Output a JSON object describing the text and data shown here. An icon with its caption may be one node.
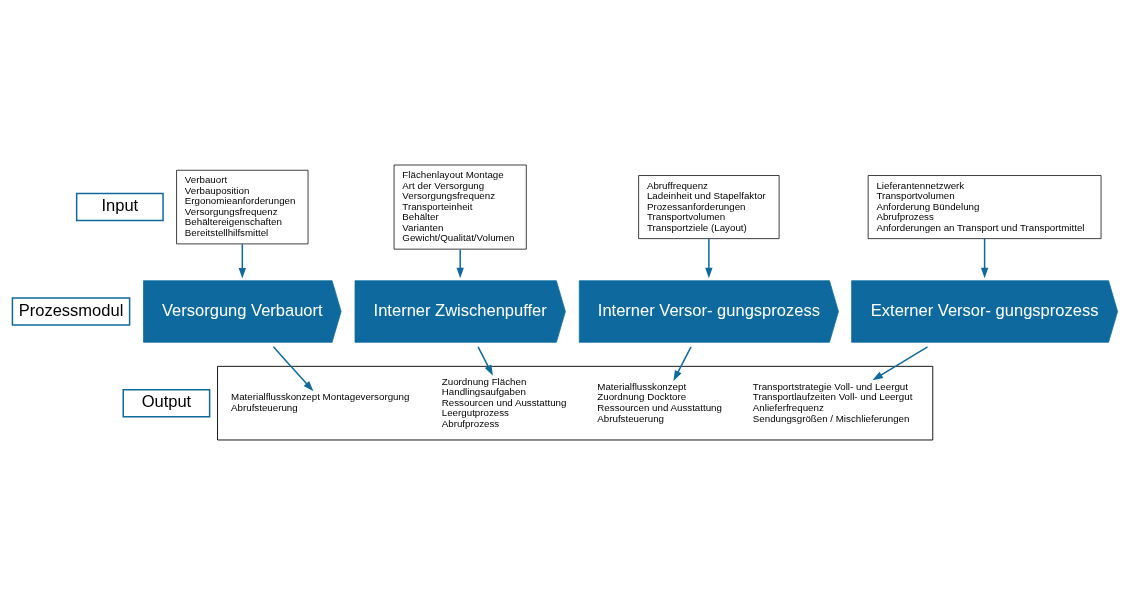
{
  "diagram": {
    "nodes": [
      {
        "text": [
          "Input"
        ]
      },
      {
        "text": [
          "Verbauort",
          "Verbauposition",
          "Ergonomieanforderungen",
          "Versorgungsfrequenz",
          "Behältereigenschaften",
          "Bereitstellhilfsmittel"
        ]
      },
      {
        "text": [
          "Flächenlayout Montage",
          "Art der Versorgung",
          "Versorgungsfrequenz",
          "Transporteinheit",
          "Behälter",
          "Varianten",
          "Gewicht/Qualität/Volumen"
        ]
      },
      {
        "text": [
          "Abruffrequenz",
          "Ladeinheit und Stapelfaktor",
          "Prozessanforderungen",
          "Transportvolumen",
          "Transportziele (Layout)"
        ]
      },
      {
        "text": [
          "Lieferantennetzwerk",
          "Transportvolumen",
          "Anforderung Bündelung",
          "Abrufprozess",
          "Anforderungen an Transport und Transportmittel"
        ]
      },
      {
        "text": [
          "Prozessmodul"
        ]
      },
      {
        "text": [
          "Versorgung Verbauort"
        ]
      },
      {
        "text": [
          "Interner Zwischenpuffer"
        ]
      },
      {
        "text": [
          "Interner Versor- gungsprozess"
        ]
      },
      {
        "text": [
          "Externer Versor- gungsprozess"
        ]
      },
      {
        "text": [
          "Output"
        ]
      },
      {
        "text": [],
        "shape": "box"
      },
      {
        "text": [
          "Materialflusskonzept Montageversorgung",
          "Abrufsteuerung"
        ],
        "in": 11
      },
      {
        "text": [
          "Zuordnung Flächen",
          "Handlingsaufgaben",
          "Ressourcen und Ausstattung",
          "Leergutprozess",
          "Abrufprozess"
        ],
        "in": 11
      },
      {
        "text": [
          "Materialflusskonzept",
          "Zuordnung Docktore",
          "Ressourcen und Ausstattung",
          "Abrufsteuerung"
        ],
        "in": 11
      },
      {
        "text": [
          "Transportstrategie Voll- und Leergut",
          "Transportlaufzeiten Voll- und Leergut",
          "Anlieferfrequenz",
          "Sendungsgrößen / Mischlieferungen"
        ],
        "in": 11
      }
    ],
    "edges": [
      {
        "from": 1,
        "to": 6,
        "arrow": "to"
      },
      {
        "from": 2,
        "to": 7,
        "arrow": "to"
      },
      {
        "from": 3,
        "to": 8,
        "arrow": "to"
      },
      {
        "from": 4,
        "to": 9,
        "arrow": "to"
      },
      {
        "from": 6,
        "to": 12,
        "arrow": "to"
      },
      {
        "from": 7,
        "to": 13,
        "arrow": "to"
      },
      {
        "from": 8,
        "to": 14,
        "arrow": "to"
      },
      {
        "from": 9,
        "to": 15,
        "arrow": "to"
      }
    ]
  }
}
